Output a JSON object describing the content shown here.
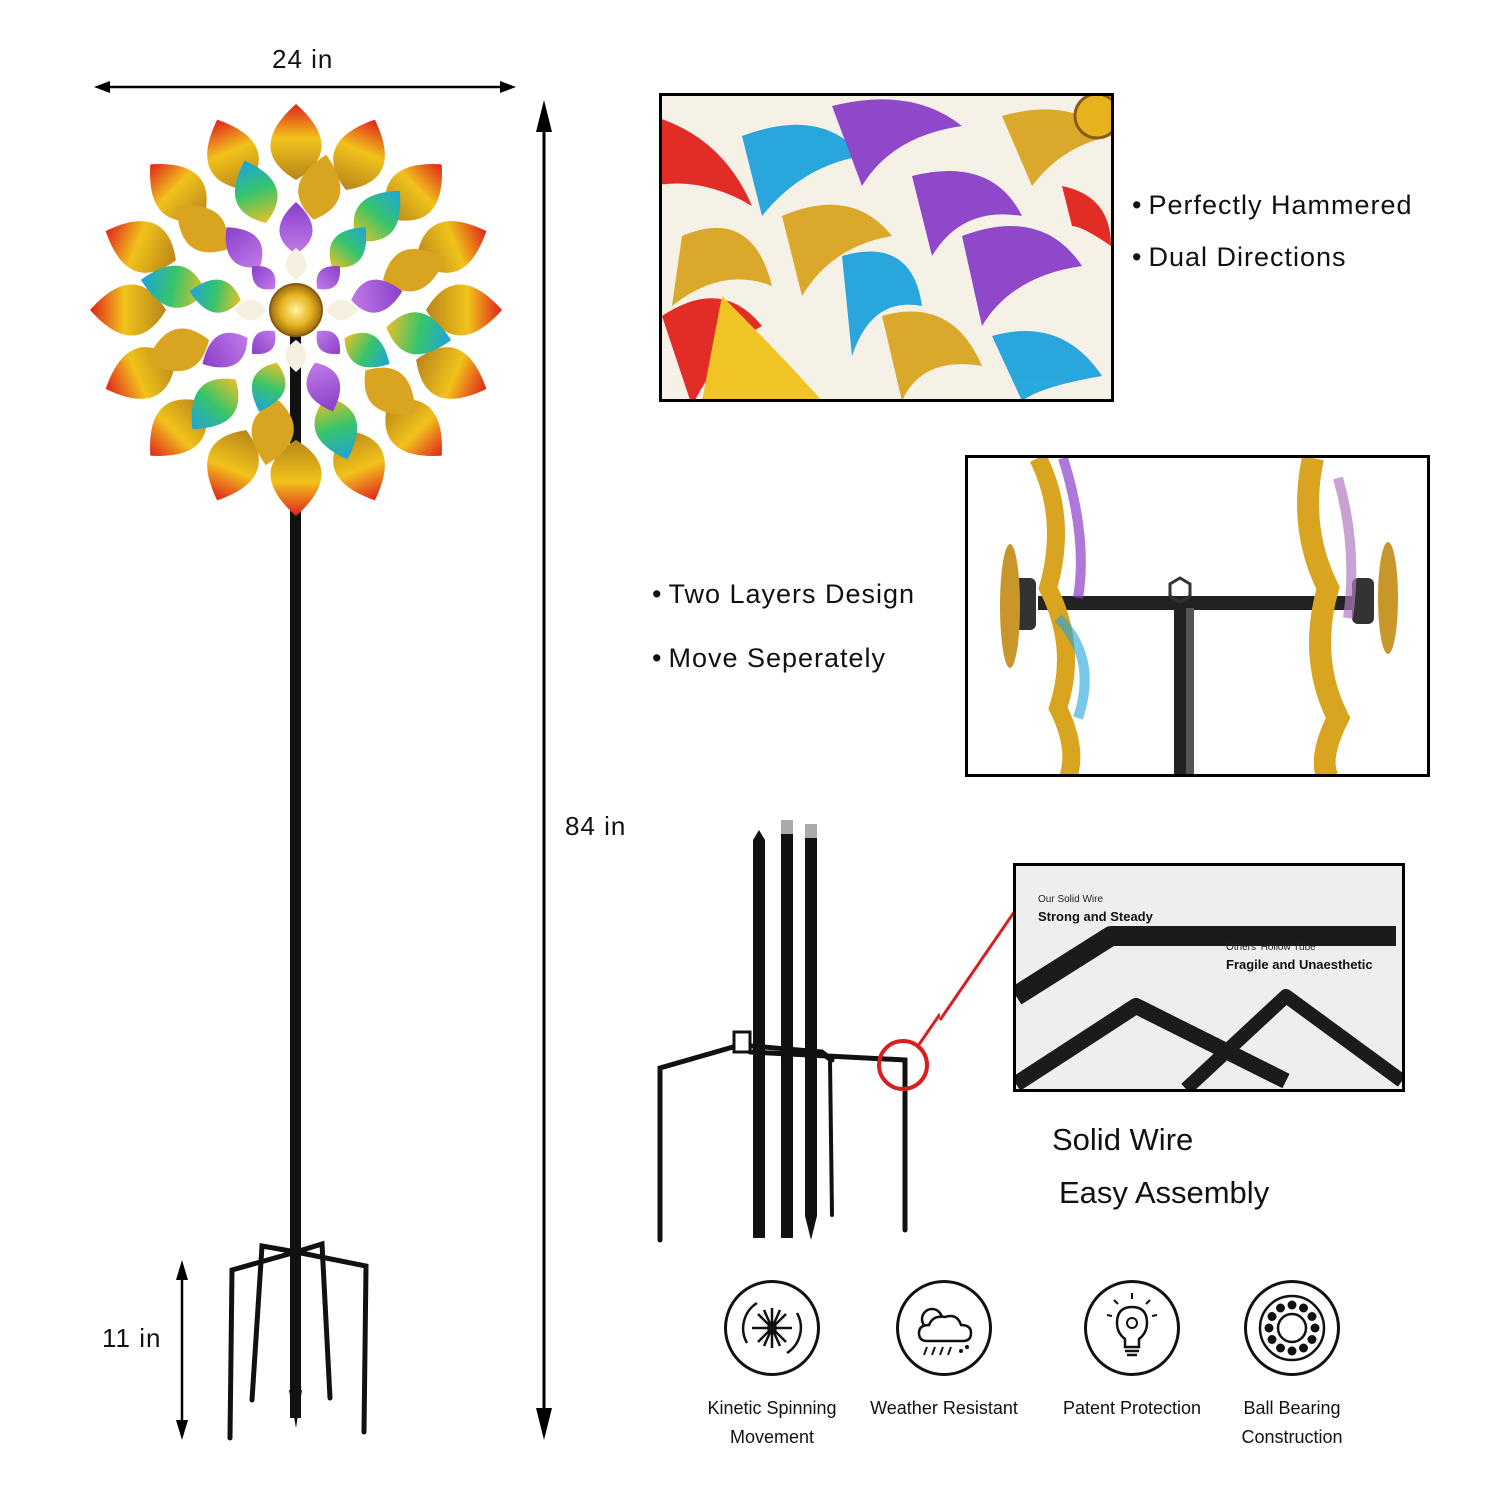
{
  "dimensions": {
    "width": "24 in",
    "height": "84 in",
    "stake": "11 in"
  },
  "features_top": [
    "Perfectly Hammered",
    "Dual Directions"
  ],
  "features_mid": [
    "Two Layers Design",
    "Move Seperately"
  ],
  "inset": {
    "solid_small": "Our Solid Wire",
    "solid_bold": "Strong and Steady",
    "hollow_small": "Others' Hollow Tube",
    "hollow_bold": "Fragile and Unaesthetic"
  },
  "features_bottom": [
    "Solid Wire",
    "Easy Assembly"
  ],
  "icons": [
    {
      "icon": "kinetic-spin-icon",
      "line1": "Kinetic Spinning",
      "line2": "Movement"
    },
    {
      "icon": "weather-icon",
      "line1": "Weather Resistant",
      "line2": ""
    },
    {
      "icon": "lightbulb-icon",
      "line1": "Patent Protection",
      "line2": ""
    },
    {
      "icon": "ball-bearing-icon",
      "line1": "Ball Bearing",
      "line2": "Construction"
    }
  ],
  "colors": {
    "red": "#e0231c",
    "gold": "#d9a520",
    "blue": "#1fa3dc",
    "purple": "#8a3fc9",
    "pole": "#111111",
    "callout": "#d81e1e"
  }
}
